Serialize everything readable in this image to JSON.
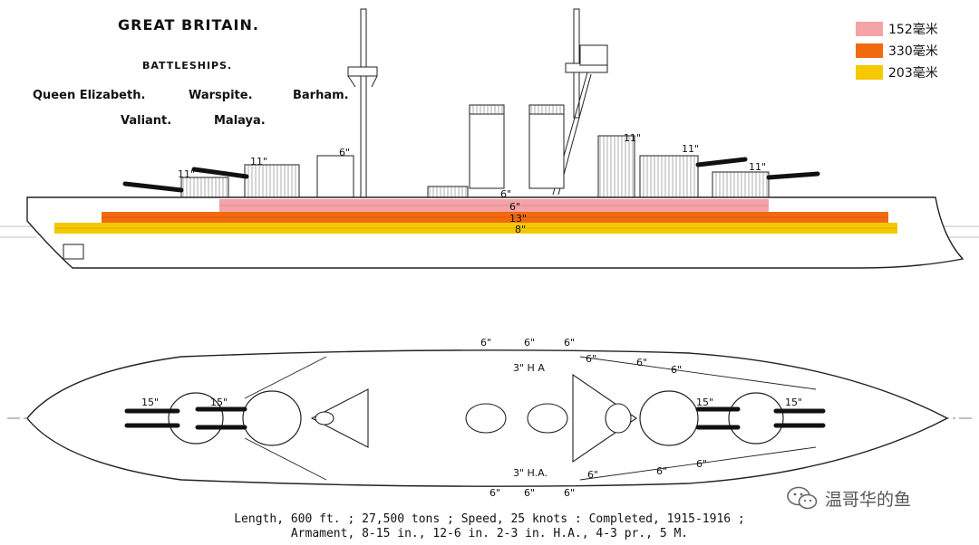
{
  "header": {
    "title": "GREAT BRITAIN.",
    "subtitle": "BATTLESHIPS."
  },
  "ships": [
    "Queen Elizabeth.",
    "Warspite.",
    "Barham.",
    "Valiant.",
    "Malaya."
  ],
  "legend": [
    {
      "label": "152毫米",
      "color": "#f4a3a6"
    },
    {
      "label": "330毫米",
      "color": "#f26a10"
    },
    {
      "label": "203毫米",
      "color": "#f5c800"
    }
  ],
  "side_labels": {
    "turret_a": "11\"",
    "turret_b": "11\"",
    "superstructure": "6\"",
    "midship_turret": "11\"",
    "aft_turret_1": "11\"",
    "aft_turret_2": "11\"",
    "battery": "6\"",
    "belt_upper": "6\"",
    "belt_main": "13\"",
    "belt_lower": "8\""
  },
  "plan_labels": {
    "fwd_15_a": "15\"",
    "fwd_15_b": "15\"",
    "aft_15_a": "15\"",
    "aft_15_b": "15\"",
    "six_t1": "6\"",
    "six_t2": "6\"",
    "six_t3": "6\"",
    "six_t4": "6\"",
    "six_t5": "6\"",
    "six_t6": "6\"",
    "six_b1": "6\"",
    "six_b2": "6\"",
    "six_b3": "6\"",
    "six_b4": "6\"",
    "six_b5": "6\"",
    "six_b6": "6\"",
    "ha_top": "3\" H A",
    "ha_bottom": "3\" H.A."
  },
  "caption": {
    "line1": "Length, 600 ft. ; 27,500 tons ; Speed, 25 knots : Completed, 1915-1916 ;",
    "line2": "Armament, 8-15 in., 12-6 in.  2-3 in. H.A., 4-3 pr., 5 M."
  },
  "watermark": {
    "text": "温哥华的鱼",
    "icon": "wechat-icon"
  }
}
